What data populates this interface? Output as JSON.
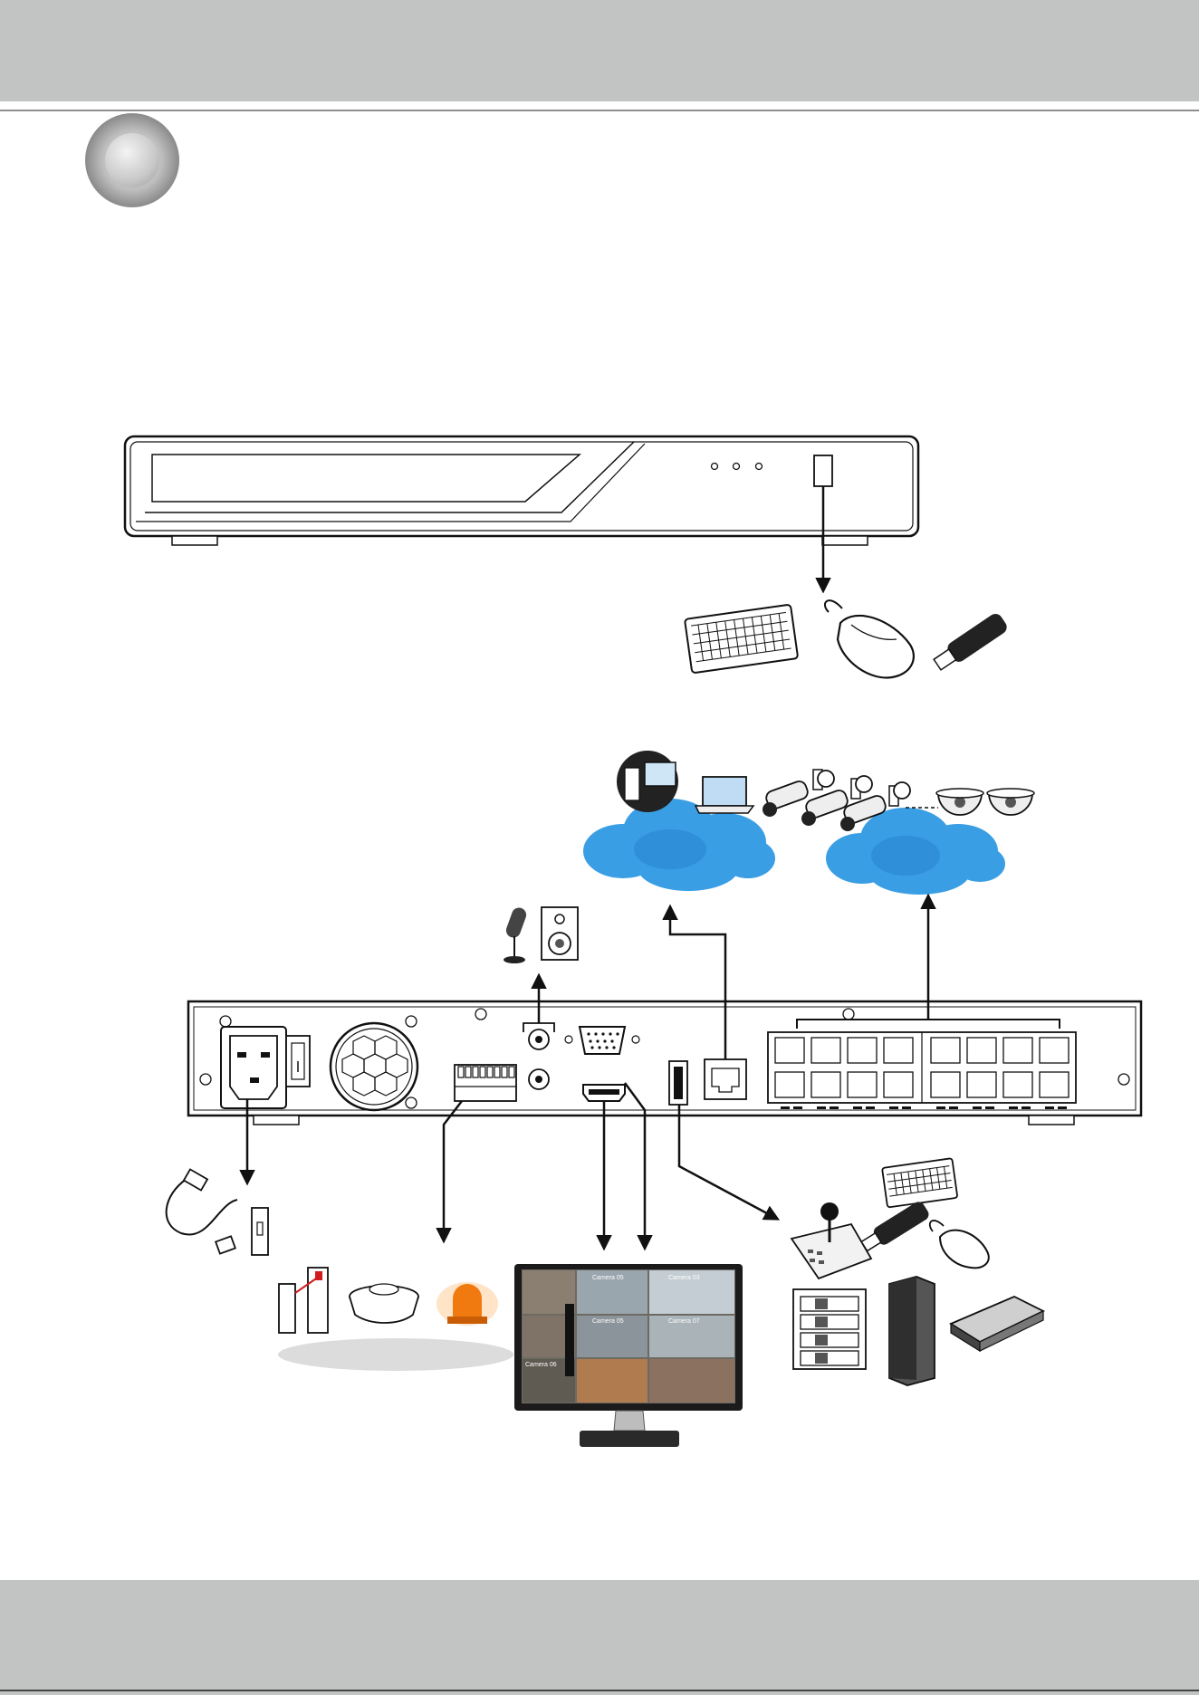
{
  "colors": {
    "band": "#c2c3c3",
    "cloud": "#3a9ee4",
    "cloud_dark": "#2784cf",
    "line": "#111111",
    "alarm_light": "#f07a10"
  },
  "monitor": {
    "camera_labels": [
      "Camera 05",
      "Camera 03",
      "Camera 05",
      "Camera 07",
      "Camera 06"
    ]
  },
  "icons": {
    "chapter": "chapter-disc-icon",
    "keyboard": "keyboard-icon",
    "mouse": "mouse-icon",
    "usb_drive": "usb-drive-icon",
    "pc": "desktop-pc-icon",
    "laptop": "laptop-icon",
    "bullet_camera": "bullet-camera-icon",
    "dome_camera": "dome-camera-icon",
    "cloud": "cloud-icon",
    "microphone": "microphone-icon",
    "speaker": "speaker-icon",
    "power_cord": "power-cord-icon",
    "door_sensor": "door-sensor-icon",
    "smoke_detector": "smoke-detector-icon",
    "alarm_light": "alarm-light-icon",
    "monitor": "monitor-icon",
    "joystick": "joystick-icon",
    "storage": "external-storage-icon"
  }
}
